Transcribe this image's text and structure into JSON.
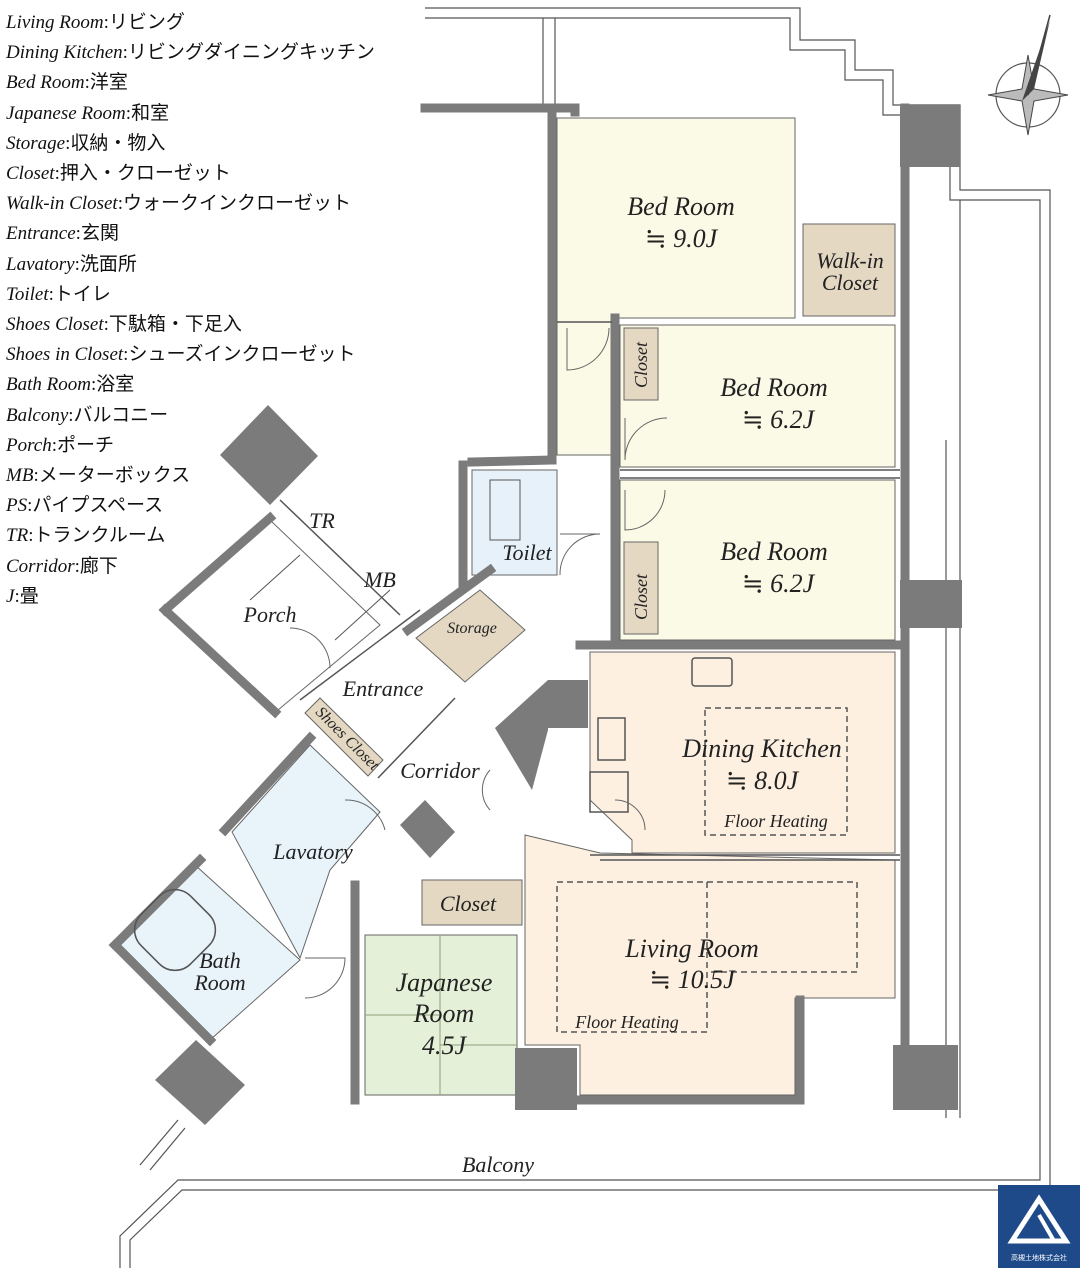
{
  "legend": [
    {
      "term": "Living Room",
      "meaning": "リビング"
    },
    {
      "term": "Dining Kitchen",
      "meaning": "リビングダイニングキッチン"
    },
    {
      "term": "Bed Room",
      "meaning": "洋室"
    },
    {
      "term": "Japanese Room",
      "meaning": "和室"
    },
    {
      "term": "Storage",
      "meaning": "収納・物入"
    },
    {
      "term": "Closet",
      "meaning": "押入・クローゼット"
    },
    {
      "term": "Walk-in Closet",
      "meaning": "ウォークインクローゼット"
    },
    {
      "term": "Entrance",
      "meaning": "玄関"
    },
    {
      "term": "Lavatory",
      "meaning": "洗面所"
    },
    {
      "term": "Toilet",
      "meaning": "トイレ"
    },
    {
      "term": "Shoes Closet",
      "meaning": "下駄箱・下足入"
    },
    {
      "term": "Shoes in Closet",
      "meaning": "シューズインクローゼット"
    },
    {
      "term": "Bath Room",
      "meaning": "浴室"
    },
    {
      "term": "Balcony",
      "meaning": "バルコニー"
    },
    {
      "term": "Porch",
      "meaning": "ポーチ"
    },
    {
      "term": "MB",
      "meaning": "メーターボックス"
    },
    {
      "term": "PS",
      "meaning": "パイプスペース"
    },
    {
      "term": "TR",
      "meaning": "トランクルーム"
    },
    {
      "term": "Corridor",
      "meaning": "廊下"
    },
    {
      "term": "J",
      "meaning": "畳"
    }
  ],
  "rooms": {
    "bed1": {
      "name": "Bed Room",
      "size": "≒ 9.0J"
    },
    "wic": {
      "line1": "Walk-in",
      "line2": "Closet"
    },
    "closet_a": {
      "name": "Closet"
    },
    "bed2": {
      "name": "Bed Room",
      "size": "≒ 6.2J"
    },
    "closet_b": {
      "name": "Closet"
    },
    "bed3": {
      "name": "Bed Room",
      "size": "≒ 6.2J"
    },
    "toilet": {
      "name": "Toilet"
    },
    "tr": {
      "name": "TR"
    },
    "mb": {
      "name": "MB"
    },
    "porch": {
      "name": "Porch"
    },
    "storage": {
      "name": "Storage"
    },
    "entrance": {
      "name": "Entrance"
    },
    "shoes": {
      "name": "Shoes Closet"
    },
    "corridor": {
      "name": "Corridor"
    },
    "dining": {
      "name": "Dining Kitchen",
      "size": "≒ 8.0J",
      "heating": "Floor Heating"
    },
    "lavatory": {
      "name": "Lavatory"
    },
    "bath": {
      "line1": "Bath",
      "line2": "Room"
    },
    "closet_c": {
      "name": "Closet"
    },
    "japanese": {
      "line1": "Japanese",
      "line2": "Room",
      "size": "4.5J"
    },
    "living": {
      "name": "Living Room",
      "size": "≒ 10.5J",
      "heating": "Floor Heating"
    },
    "balcony": {
      "name": "Balcony"
    }
  },
  "logo": {
    "text": "高槻土地株式会社"
  },
  "colors": {
    "wall": "#7b7b7b",
    "bedroom": "#fbfae6",
    "closet": "#e4d8c3",
    "toilet": "#e6f1f9",
    "wet": "#e8f3fa",
    "japanese": "#e5f0d8",
    "living": "#fdf0e1",
    "logo": "#1e4a8a"
  }
}
